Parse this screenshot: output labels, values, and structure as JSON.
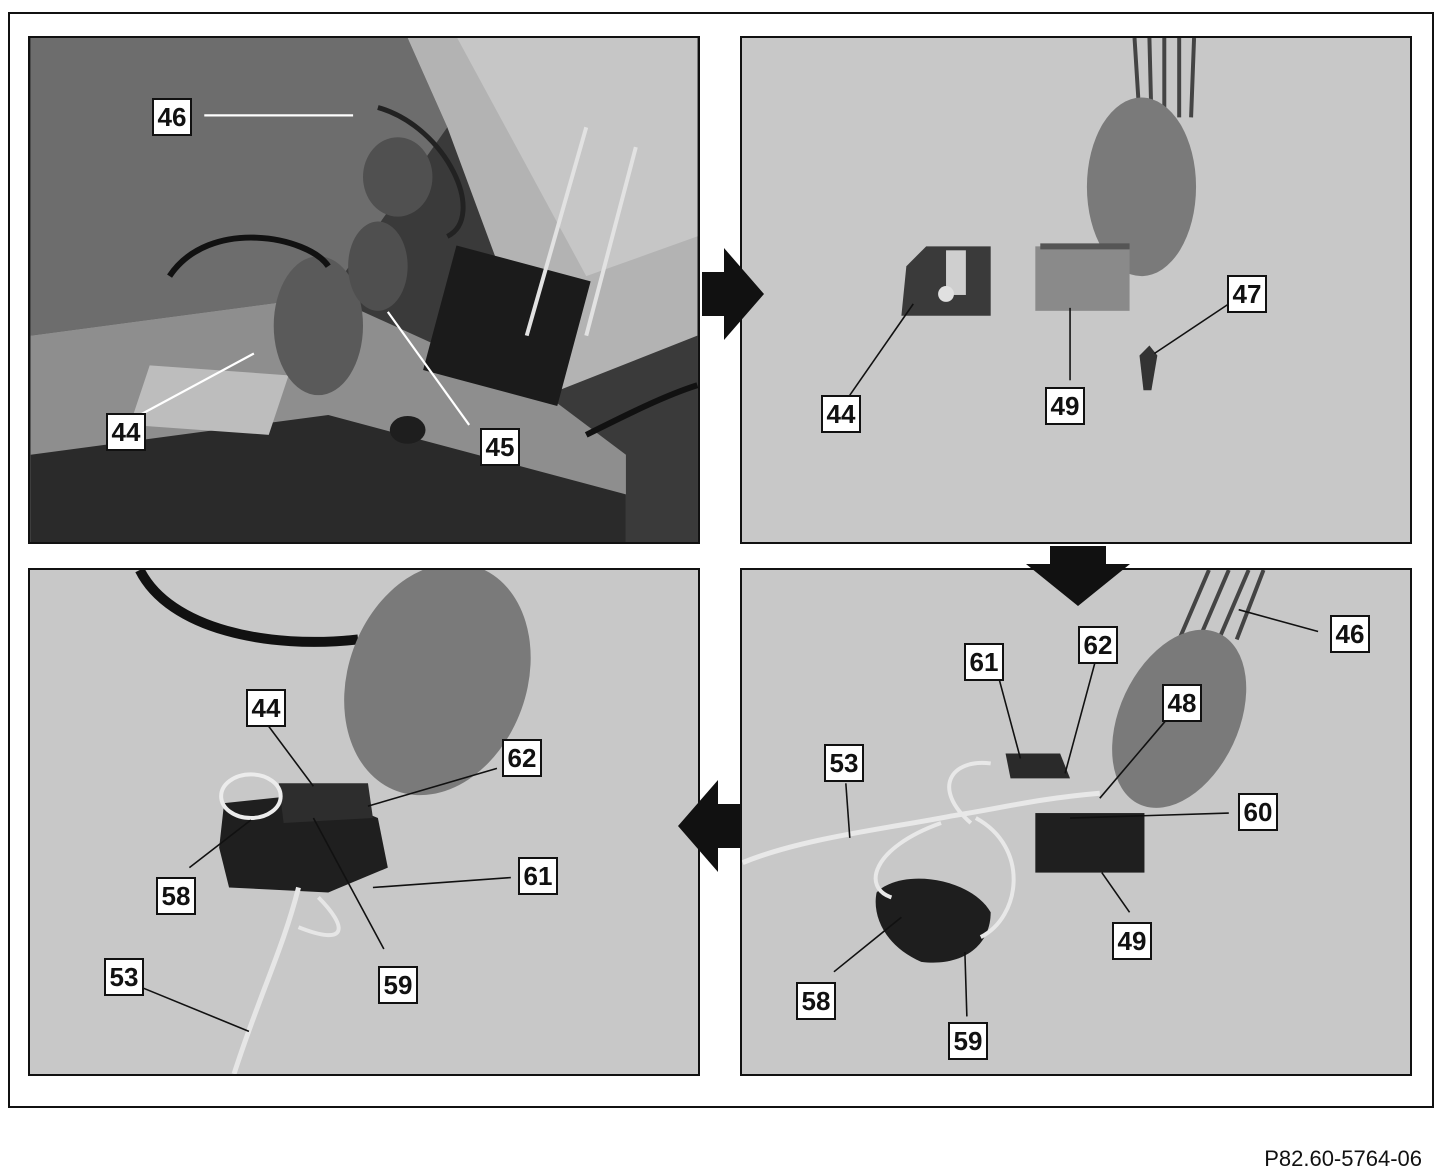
{
  "panels": {
    "top_left": {
      "callouts": {
        "c46": "46",
        "c44": "44",
        "c45": "45"
      }
    },
    "top_right": {
      "callouts": {
        "c44": "44",
        "c49": "49",
        "c47": "47"
      }
    },
    "bottom_right": {
      "callouts": {
        "c61": "61",
        "c62": "62",
        "c46": "46",
        "c48": "48",
        "c53": "53",
        "c60": "60",
        "c49": "49",
        "c58": "58",
        "c59": "59"
      }
    },
    "bottom_left": {
      "callouts": {
        "c44": "44",
        "c62": "62",
        "c58": "58",
        "c61": "61",
        "c59": "59",
        "c53": "53"
      }
    }
  },
  "reference_code": "P82.60-5764-06",
  "icons": [
    "arrow-right-icon",
    "arrow-down-icon",
    "arrow-left-icon"
  ]
}
